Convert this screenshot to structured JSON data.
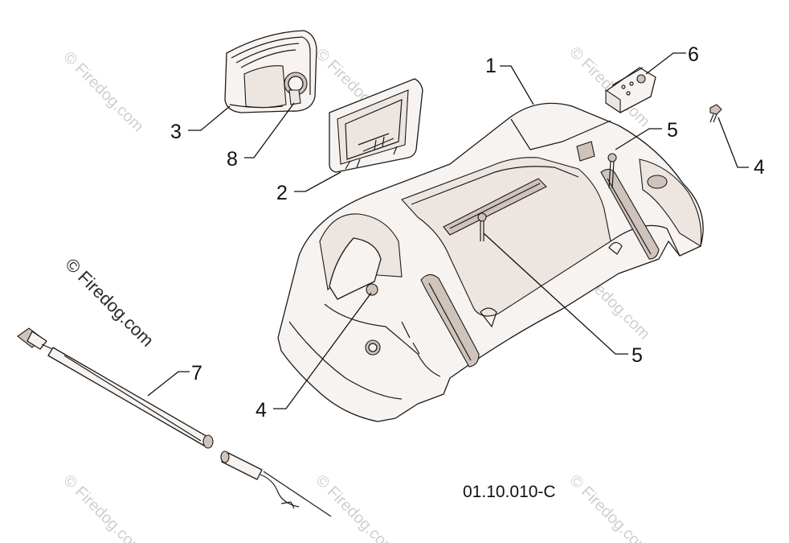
{
  "diagram": {
    "drawing_code": "01.10.010-C",
    "watermark": "© Firedog.com",
    "callouts": [
      {
        "id": "c1",
        "label": "1"
      },
      {
        "id": "c2",
        "label": "2"
      },
      {
        "id": "c3",
        "label": "3"
      },
      {
        "id": "c4a",
        "label": "4"
      },
      {
        "id": "c4b",
        "label": "4"
      },
      {
        "id": "c5a",
        "label": "5"
      },
      {
        "id": "c5b",
        "label": "5"
      },
      {
        "id": "c6",
        "label": "6"
      },
      {
        "id": "c7",
        "label": "7"
      },
      {
        "id": "c8",
        "label": "8"
      }
    ]
  },
  "colors": {
    "line": "#1a1a1a",
    "part_fill": "#f7f3f0",
    "watermark": "#cfcfcf"
  }
}
